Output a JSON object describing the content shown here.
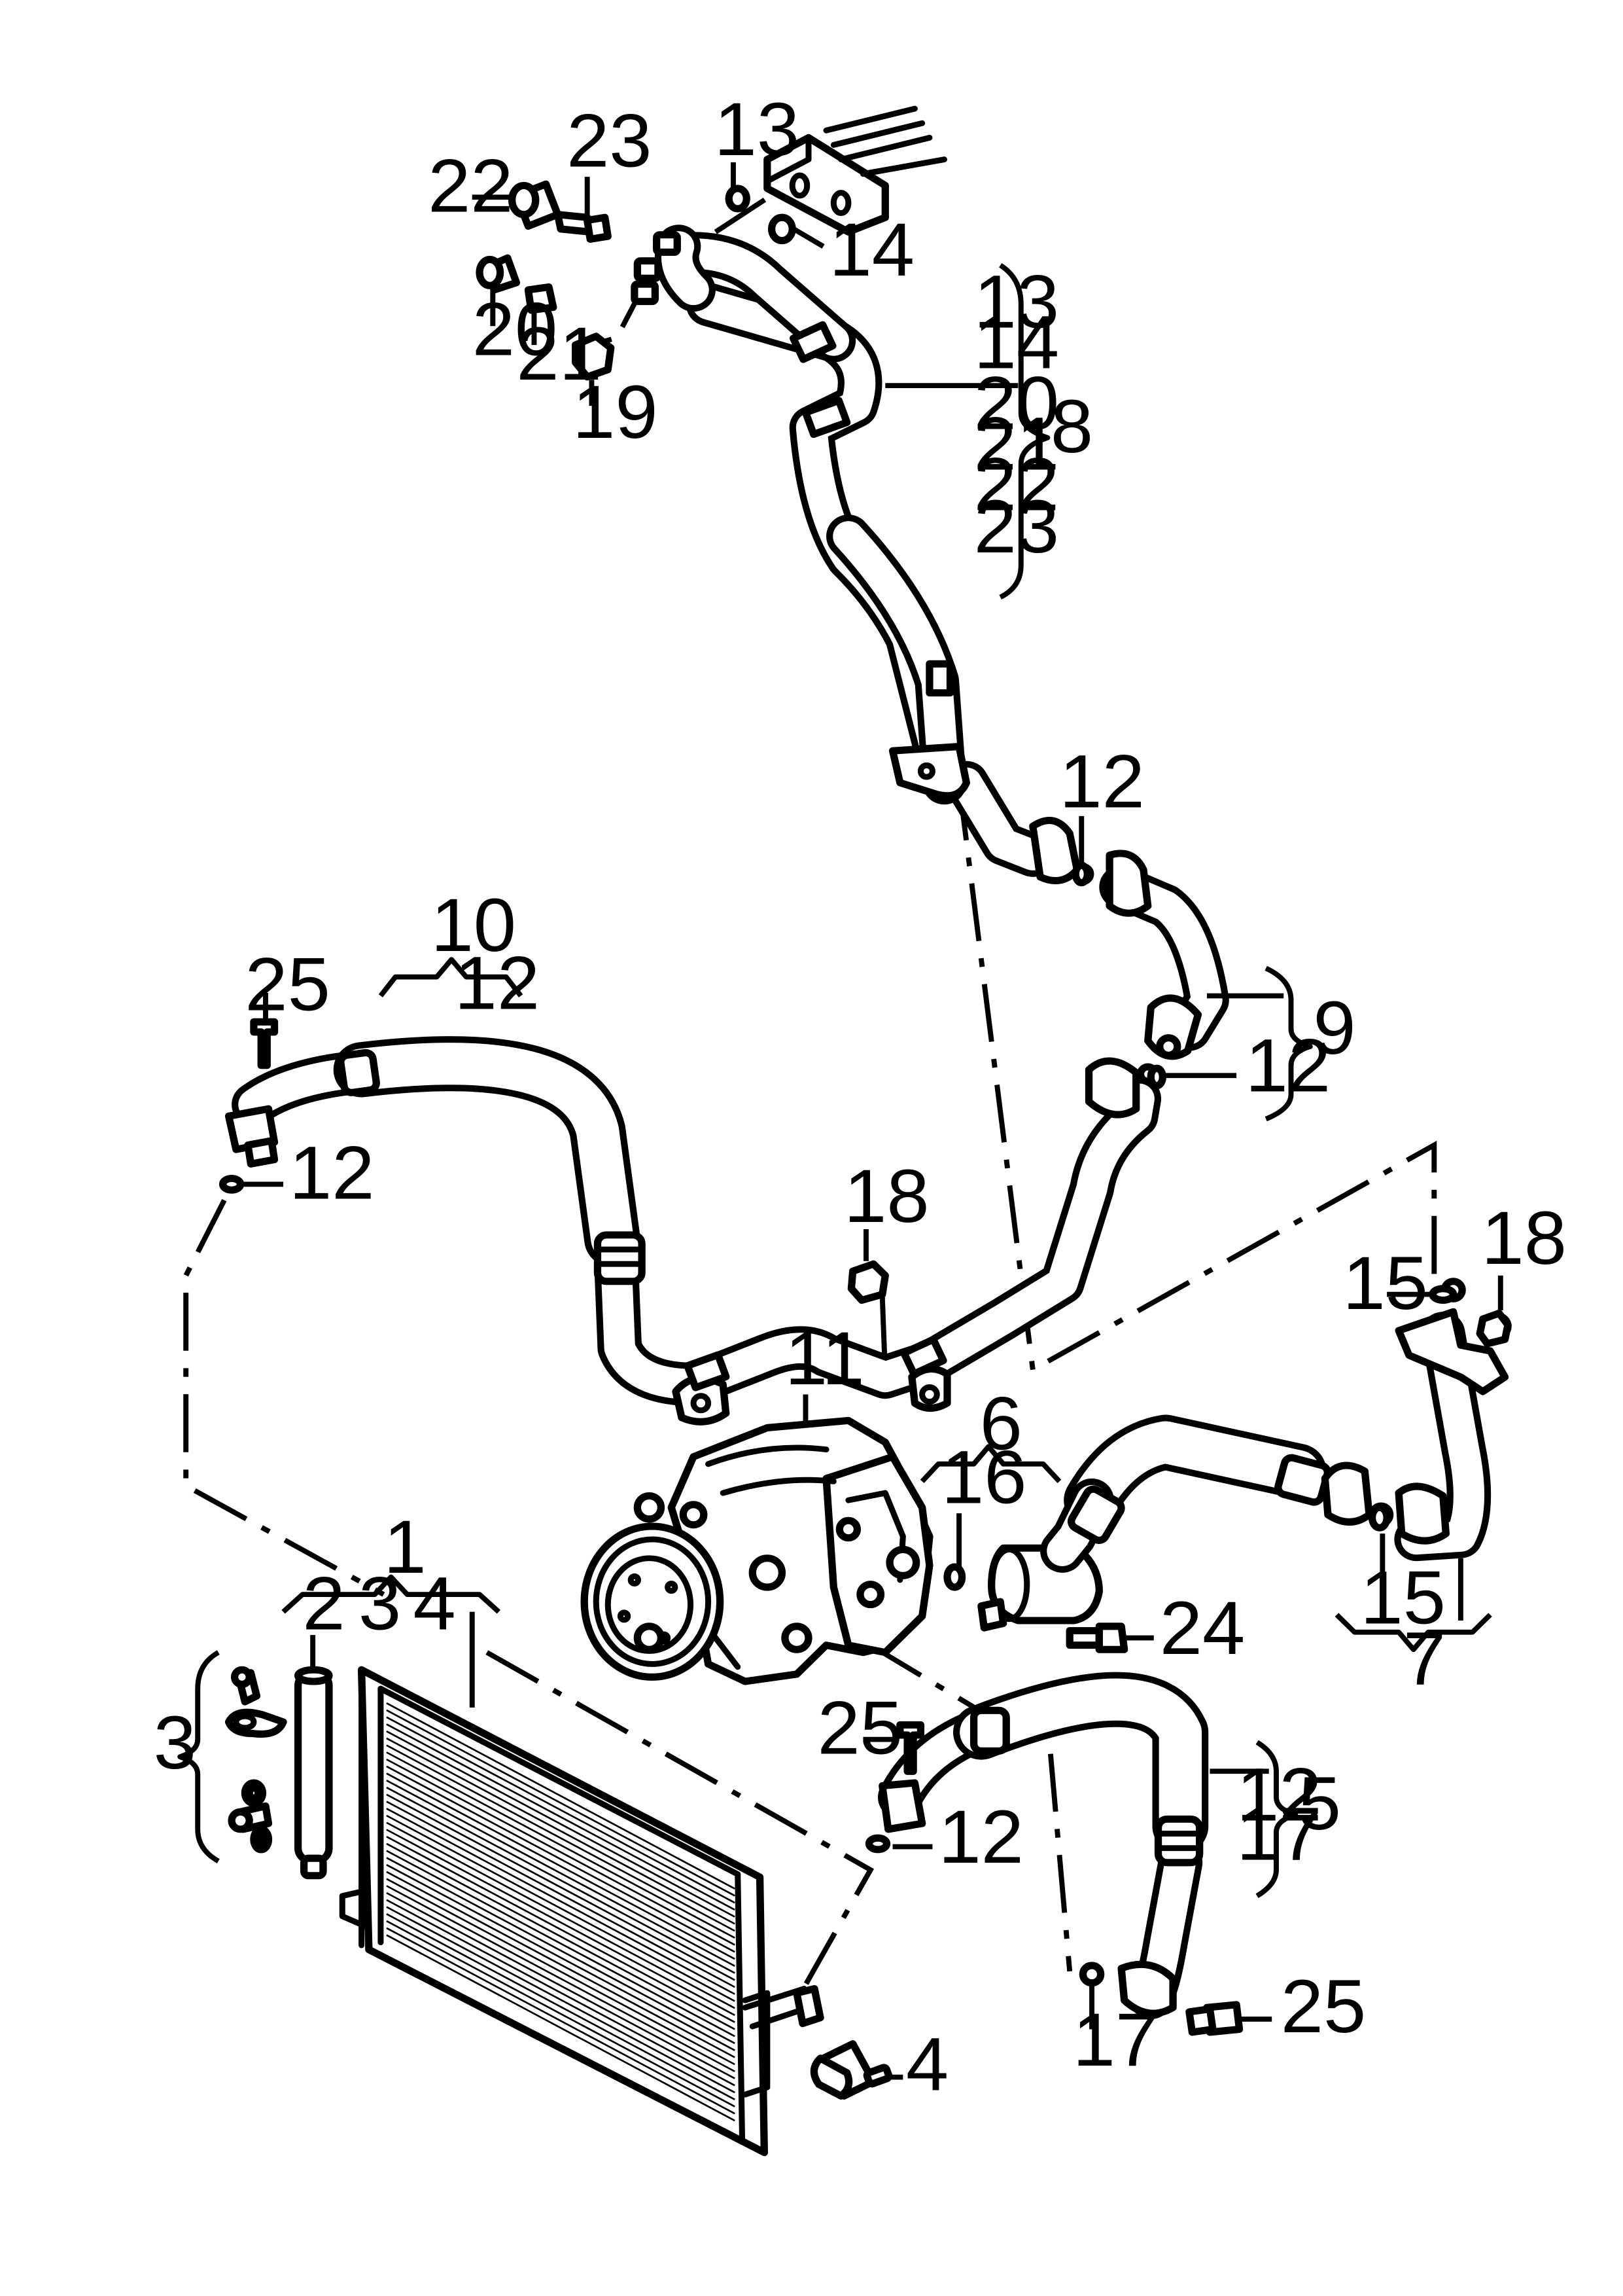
{
  "diagram": {
    "callouts": {
      "c1": "1",
      "c2": "2",
      "c3_top": "3",
      "c4_top": "4",
      "c3_left": "3",
      "c4_bottom": "4",
      "c5": "5",
      "c6": "6",
      "c7": "7",
      "c8": "8",
      "c9": "9",
      "c10": "10",
      "c11": "11",
      "c12_g10": "12",
      "c12_left": "12",
      "c12_top": "12",
      "c12_mid": "12",
      "c12_g5": "12",
      "c12_bottom": "12",
      "c13_top": "13",
      "c13_g8": "13",
      "c14_top": "14",
      "c14_g8": "14",
      "c15_top": "15",
      "c15_bottom": "15",
      "c16": "16",
      "c17_g5": "17",
      "c17_bottom": "17",
      "c18_mid": "18",
      "c18_right": "18",
      "c19": "19",
      "c20": "20",
      "c20_g8": "20",
      "c21": "21",
      "c21_g8": "21",
      "c22": "22",
      "c22_g8": "22",
      "c23": "23",
      "c23_g8": "23",
      "c24": "24",
      "c25_top": "25",
      "c25_mid": "25",
      "c25_bottom": "25"
    }
  }
}
